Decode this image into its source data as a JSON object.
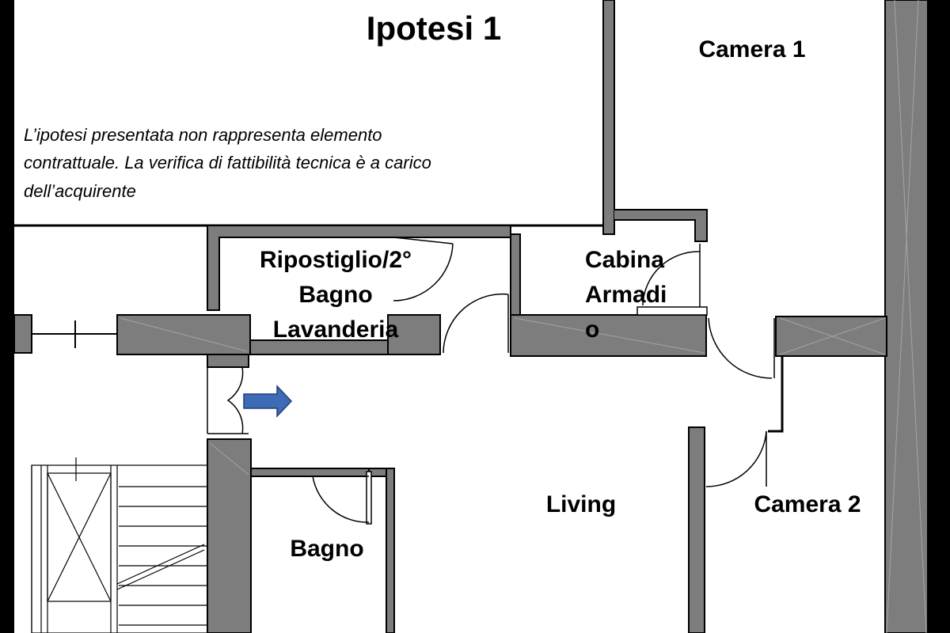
{
  "title": "Ipotesi 1",
  "disclaimer": {
    "line1": "L’ipotesi presentata non rappresenta elemento",
    "line2": "contrattuale. La verifica di fattibilità tecnica è a carico",
    "line3": "dell’acquirente"
  },
  "rooms": {
    "camera1": "Camera 1",
    "ripostiglio": {
      "line1": "Ripostiglio/2°",
      "line2": "Bagno",
      "line3": "Lavanderia"
    },
    "cabina": {
      "line1": "Cabina",
      "line2": "Armadi",
      "line3": "o"
    },
    "living": "Living",
    "camera2": "Camera 2",
    "bagno": "Bagno"
  },
  "colors": {
    "wall": "#7d7d7d",
    "entrance_arrow": "#3d6bb5",
    "background": "#ffffff"
  },
  "icons": [
    "entrance-arrow-icon"
  ]
}
